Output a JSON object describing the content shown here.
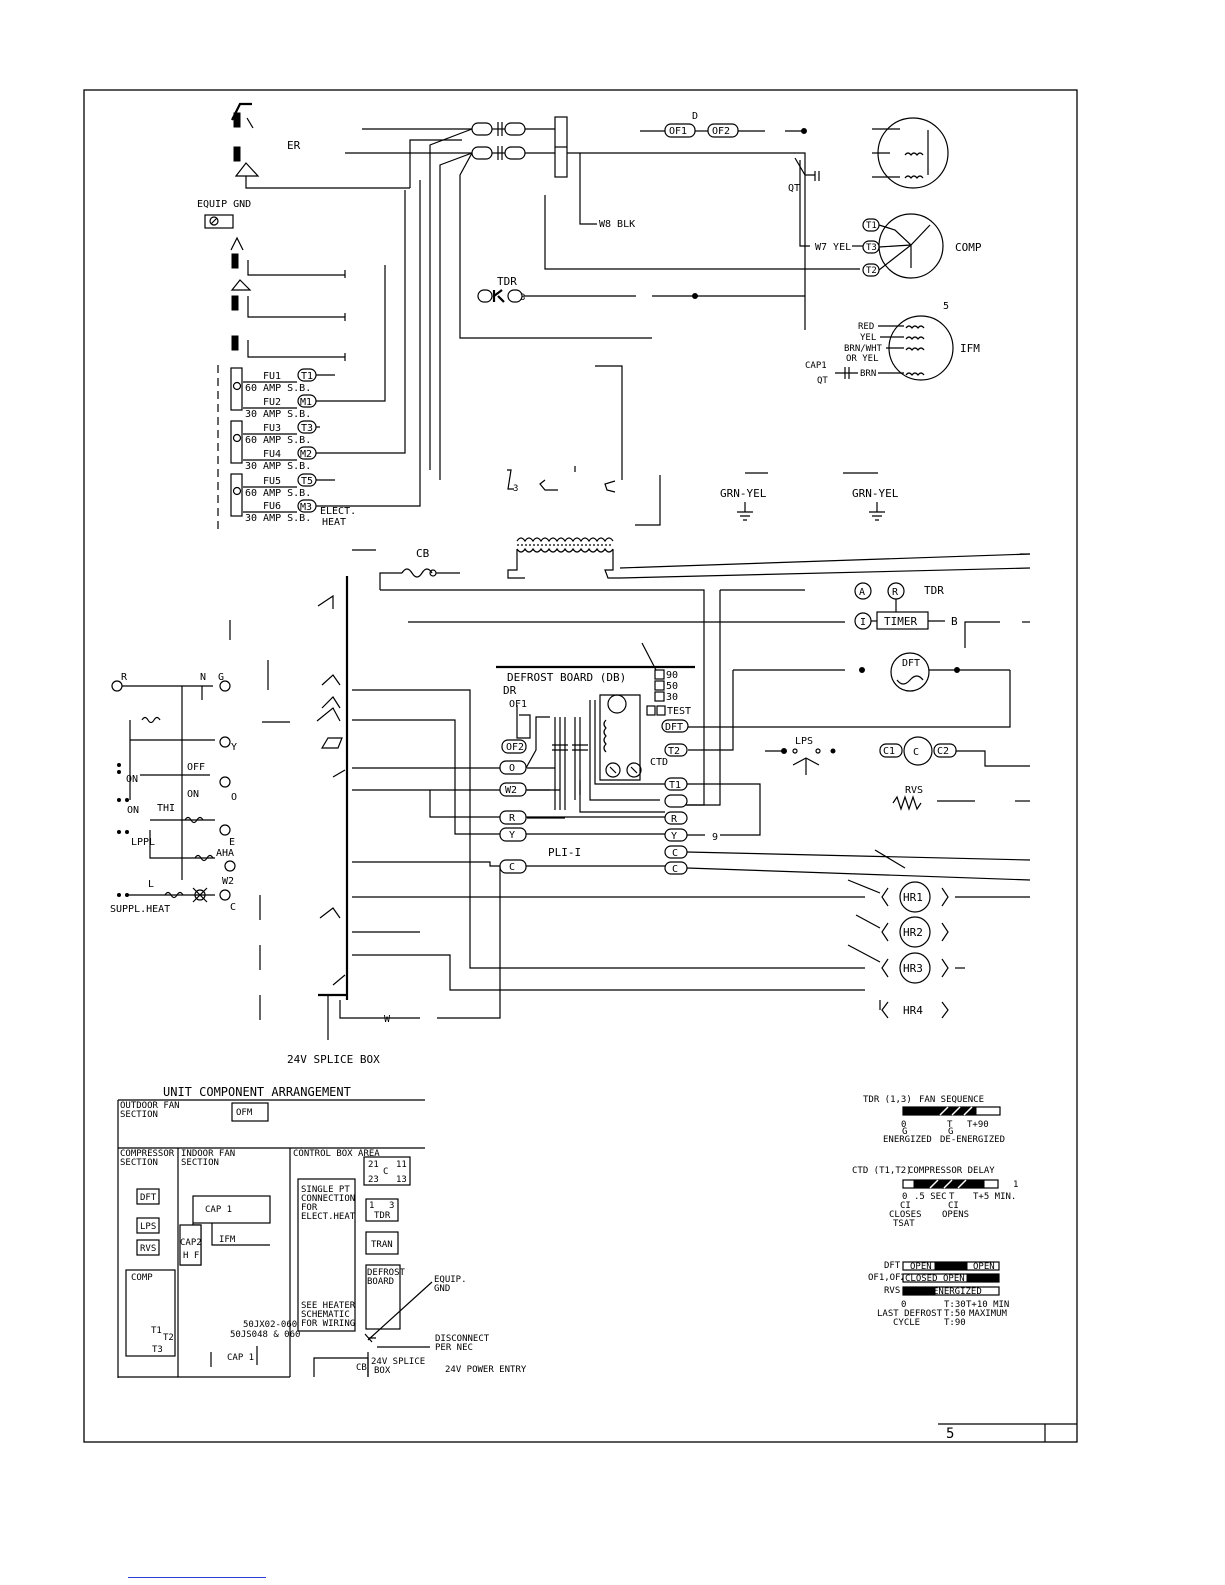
{
  "labels": {
    "er": "ER",
    "equip_gnd": "EQUIP GND",
    "d_label": "D",
    "of1": "OF1",
    "of2": "OF2",
    "qt": "QT",
    "w8": "W8 BLK",
    "w7": "W7 YEL",
    "t1": "T1",
    "t3": "T3",
    "t2": "T2",
    "comp": "COMP",
    "tdr": "TDR",
    "ifm_num": "5",
    "red": "RED",
    "yel": "YEL",
    "brnwht": "BRN/WHT",
    "oryel": "OR YEL",
    "brn": "BRN",
    "ifm": "IFM",
    "cap1": "CAP1",
    "qt2": "QT",
    "fu1": "FU1",
    "fu2": "FU2",
    "fu3": "FU3",
    "fu4": "FU4",
    "fu5": "FU5",
    "fu6": "FU6",
    "amp60": "60 AMP S.B.",
    "amp30": "30 AMP S.B.",
    "m1": "M1",
    "m2": "M2",
    "m3": "M3",
    "t5": "T5",
    "elect": "ELECT.",
    "heat": "HEAT",
    "grn1": "GRN-YEL",
    "grn2": "GRN-YEL",
    "cb": "CB",
    "a": "A",
    "r": "R",
    "tdr2": "TDR",
    "i": "I",
    "timer": "TIMER",
    "b": "B",
    "dft": "DFT",
    "defrost_board": "DEFROST BOARD (DB)",
    "dr": "DR",
    "of1b": "OF1",
    "of2b": "OF2",
    "b90": "90",
    "b50": "50",
    "b30": "30",
    "test": "TEST",
    "dft2": "DFT",
    "ctd": "CTD",
    "t2b": "T2",
    "t1b": "T1",
    "lps": "LPS",
    "c1": "C1",
    "c": "C",
    "c2": "C2",
    "rvs": "RVS",
    "o": "O",
    "w2": "W2",
    "rr": "R",
    "rb": "R",
    "yy": "Y",
    "yb": "Y",
    "nine": "9",
    "plii": "PLI-I",
    "cc": "C",
    "c3": "C",
    "c4": "C",
    "hr1": "HR1",
    "hr2": "HR2",
    "hr3": "HR3",
    "hr4": "HR4",
    "w": "W",
    "splice": "24V SPLICE BOX",
    "thermo_r": "R",
    "thermo_n": "N",
    "thermo_g": "G",
    "thermo_y": "Y",
    "off": "OFF",
    "on": "ON",
    "on2": "ON",
    "on3": "ON",
    "thi": "THI",
    "lppl": "LPPL",
    "e": "E",
    "aha": "AHA",
    "w2t": "W2",
    "l": "L",
    "suppl": "SUPPL.HEAT",
    "thermo_o": "O",
    "thermo_c": "C"
  },
  "arrangement": {
    "title": "UNIT COMPONENT ARRANGEMENT",
    "outdoor": "OUTDOOR FAN",
    "section": "SECTION",
    "ofm": "OFM",
    "compressor": "COMPRESSOR",
    "section2": "SECTION",
    "dft": "DFT",
    "lps": "LPS",
    "rvs": "RVS",
    "comp": "COMP",
    "t1": "T1",
    "t2": "T2",
    "t3": "T3",
    "indoor": "INDOOR FAN",
    "section3": "SECTION",
    "cap1": "CAP 1",
    "cap2": "CAP2",
    "hf": "H F",
    "ifm": "IFM",
    "models1": "50JX02-060",
    "models2": "50JS048 & 060",
    "cap1b": "CAP 1",
    "control": "CONTROL BOX AREA",
    "single1": "SINGLE PT",
    "single2": "CONNECTION",
    "single3": "FOR",
    "single4": "ELECT.HEAT",
    "see1": "SEE HEATER",
    "see2": "SCHEMATIC",
    "see3": "FOR WIRING",
    "c_21": "21",
    "c_11": "11",
    "c_c": "C",
    "c_23": "23",
    "c_13": "13",
    "tdr1": "1",
    "tdr3": "3",
    "tdr": "TDR",
    "tran": "TRAN",
    "defrost1": "DEFROST",
    "defrost2": "BOARD",
    "equip1": "EQUIP.",
    "equip2": "GND",
    "disc1": "DISCONNECT",
    "disc2": "PER NEC",
    "cb": "CB",
    "splice1": "24V SPLICE",
    "splice2": "BOX",
    "entry": "24V POWER ENTRY"
  },
  "timing": {
    "tdr_title": "TDR (1,3)",
    "fan_seq": "FAN SEQUENCE",
    "zero": "0",
    "t": "T",
    "t90": "T+90",
    "g1": "G",
    "g2": "G",
    "energized": "ENERGIZED",
    "deenergized": "DE-ENERGIZED",
    "ctd_title": "CTD (T1,T2)",
    "comp_delay": "COMPRESSOR DELAY",
    "one": "1",
    "zero2": "0",
    "sec": ".5 SEC",
    "t2": "T",
    "t5": "T+5 MIN.",
    "ci1": "CI",
    "closes": "CLOSES",
    "tsat": "TSAT",
    "ci2": "CI",
    "opens": "OPENS",
    "dft": "DFT",
    "open1": "OPEN",
    "open2": "OPEN",
    "of12": "OF1,OF2",
    "closed": "CLOSED",
    "open3": "OPEN",
    "rvs": "RVS",
    "energized2": "ENERGIZED",
    "zero3": "0",
    "t30": "T:30",
    "t10": "T+10 MIN",
    "t50": "T:50",
    "maximum": "MAXIMUM",
    "t90b": "T:90",
    "last": "LAST DEFROST",
    "cycle": "CYCLE"
  },
  "title_block": {
    "page": "5"
  }
}
